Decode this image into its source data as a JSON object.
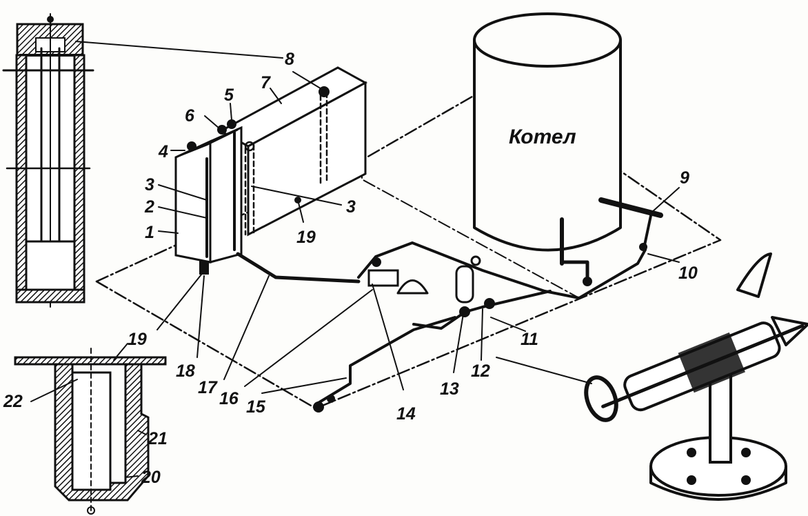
{
  "diagram": {
    "boiler_label": "Котел",
    "callouts": [
      "1",
      "2",
      "3",
      "3",
      "4",
      "5",
      "6",
      "7",
      "8",
      "9",
      "10",
      "11",
      "12",
      "13",
      "14",
      "15",
      "16",
      "17",
      "18",
      "19",
      "19",
      "20",
      "21",
      "22"
    ]
  },
  "colors": {
    "ink": "#111111",
    "paper": "#fdfdfb"
  }
}
